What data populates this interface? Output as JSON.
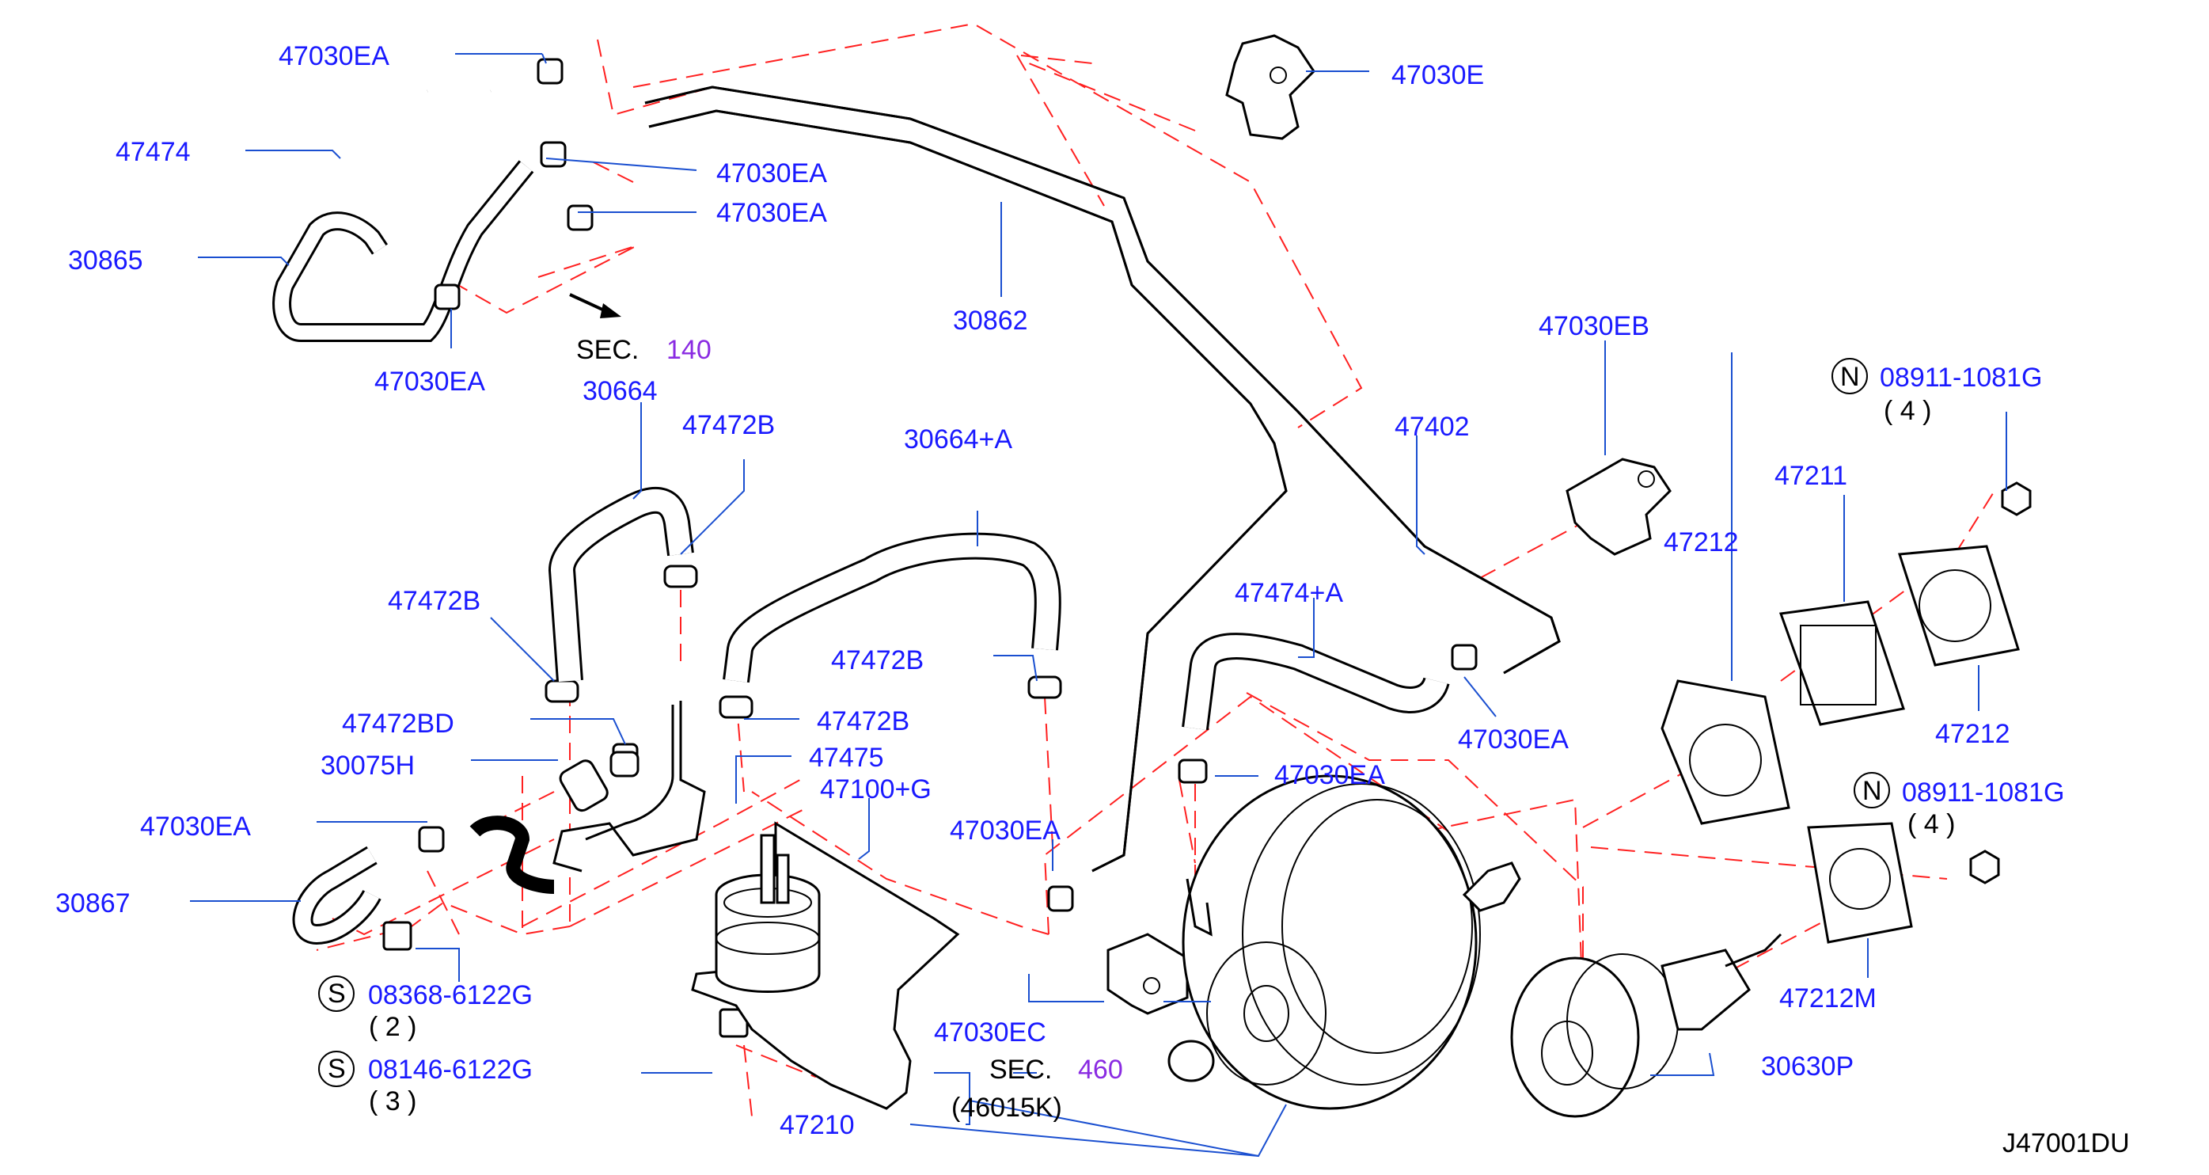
{
  "diagram_id": "J47001DU",
  "callouts": {
    "c_47030EA_top": "47030EA",
    "c_47474": "47474",
    "c_47030EA_a": "47030EA",
    "c_47030EA_b": "47030EA",
    "c_30865": "30865",
    "c_47030EA_c": "47030EA",
    "c_47030E": "47030E",
    "c_30862": "30862",
    "c_sec_text_1": "SEC.",
    "c_sec_num_1": "140",
    "c_30664": "30664",
    "c_47472B_a": "47472B",
    "c_30664A": "30664+A",
    "c_47472B_b": "47472B",
    "c_47472B_c": "47472B",
    "c_47472BD": "47472BD",
    "c_47472B_d": "47472B",
    "c_47475": "47475",
    "c_30075H": "30075H",
    "c_47100G": "47100+G",
    "c_47030EA_d": "47030EA",
    "c_30867": "30867",
    "c_47030EA_e": "47030EA",
    "c_47030EB": "47030EB",
    "c_47402": "47402",
    "c_47474A": "47474+A",
    "c_47030EA_f": "47030EA",
    "c_47030EA_g": "47030EA",
    "c_47211": "47211",
    "c_47212_a": "47212",
    "c_47212_b": "47212",
    "c_47212M": "47212M",
    "c_08911_a": "08911-1081G",
    "c_08911_a_qty": "( 4 )",
    "c_08911_b": "08911-1081G",
    "c_08911_b_qty": "( 4 )",
    "c_N": "N",
    "c_S": "S",
    "c_08368": "08368-6122G",
    "c_08368_qty": "( 2 )",
    "c_08146": "08146-6122G",
    "c_08146_qty": "( 3 )",
    "c_47030EC": "47030EC",
    "c_sec_text_2": "SEC.",
    "c_sec_num_2": "460",
    "c_46015K": "(46015K)",
    "c_47210": "47210",
    "c_30630P": "30630P"
  },
  "colors": {
    "label": "#1a1aff",
    "section_number": "#8a2be2",
    "leader": "#1a4fd0",
    "dashed_guide": "#ff2020",
    "part_outline": "#000000"
  }
}
